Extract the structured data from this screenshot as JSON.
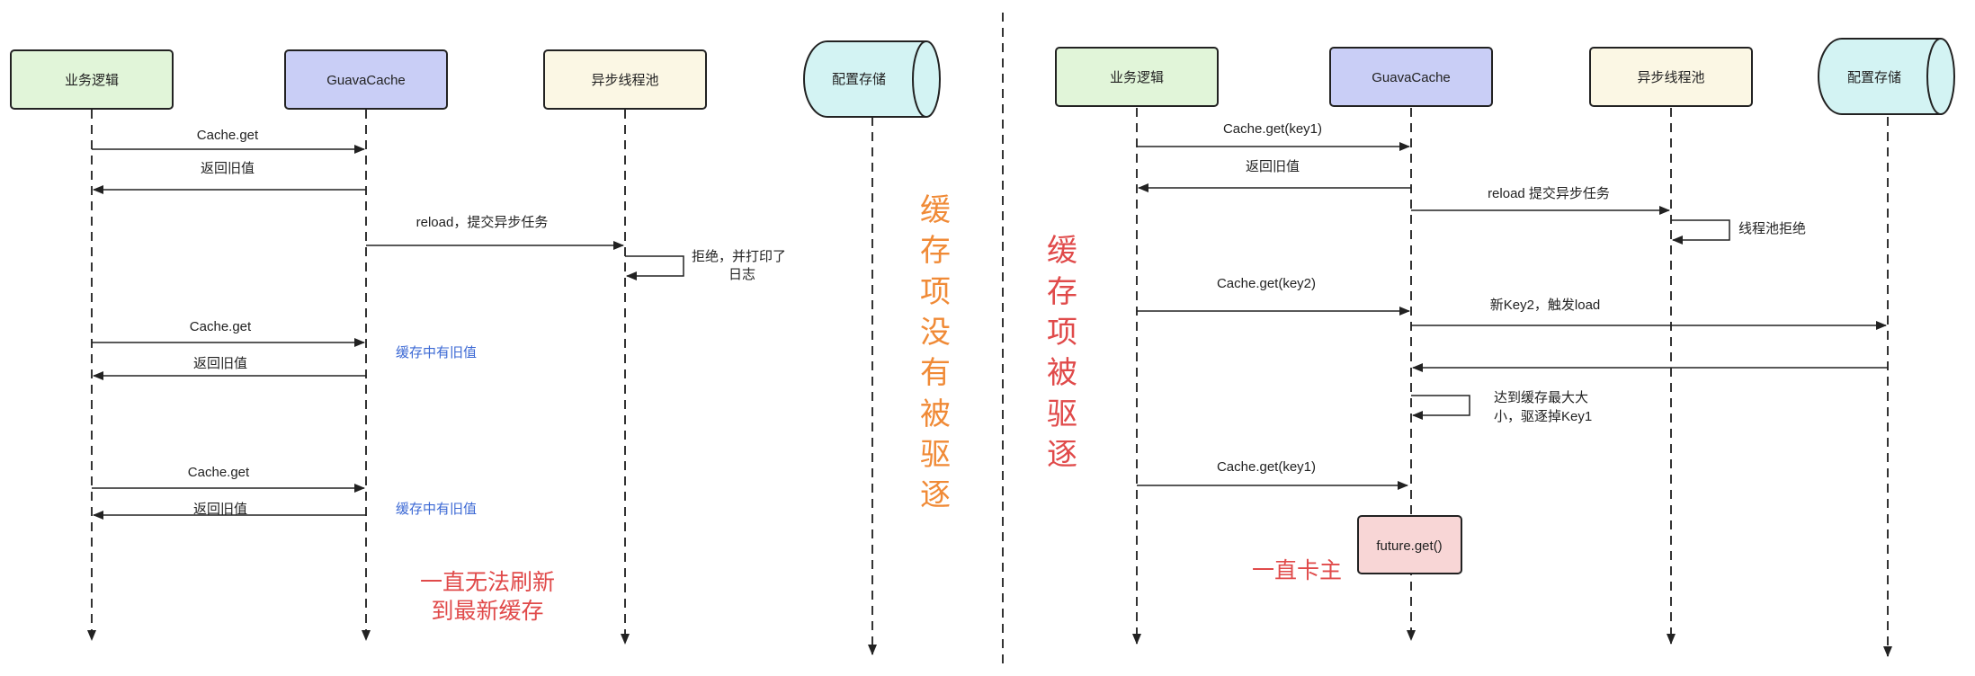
{
  "colors": {
    "biz": "#e1f5d9",
    "guava": "#c9cef6",
    "pool": "#fbf7e4",
    "store": "#d3f3f3",
    "stroke": "#222222",
    "note_blue": "#3b68d4",
    "note_red": "#e04a4a",
    "note_orange": "#f08a36",
    "future_fill": "#f8d6d6"
  },
  "left": {
    "participants": {
      "biz": "业务逻辑",
      "guava": "GuavaCache",
      "pool": "异步线程池",
      "store": "配置存储"
    },
    "messages": {
      "m1": "Cache.get",
      "m2": "返回旧值",
      "m3": "reload，提交异步任务",
      "m4": "Cache.get",
      "m5": "返回旧值",
      "m6": "Cache.get",
      "m7": "返回旧值"
    },
    "self_note": [
      "拒绝，并打印了",
      "日志"
    ],
    "notes": {
      "old1": "缓存中有旧值",
      "old2": "缓存中有旧值",
      "result": [
        "一直无法刷新",
        "到最新缓存"
      ]
    },
    "vertical_caption": [
      "缓",
      "存",
      "项",
      "没",
      "有",
      "被",
      "驱",
      "逐"
    ]
  },
  "right": {
    "participants": {
      "biz": "业务逻辑",
      "guava": "GuavaCache",
      "pool": "异步线程池",
      "store": "配置存储"
    },
    "messages": {
      "m1": "Cache.get(key1)",
      "m2": "返回旧值",
      "m3": "reload 提交异步任务",
      "m4": "Cache.get(key2)",
      "m5": "新Key2，触发load",
      "m6": "Cache.get(key1)"
    },
    "pool_note": "线程池拒绝",
    "evict_note": [
      "达到缓存最大大",
      "小，驱逐掉Key1"
    ],
    "future_box": "future.get()",
    "stuck": "一直卡主",
    "vertical_caption": [
      "缓",
      "存",
      "项",
      "被",
      "驱",
      "逐"
    ]
  }
}
